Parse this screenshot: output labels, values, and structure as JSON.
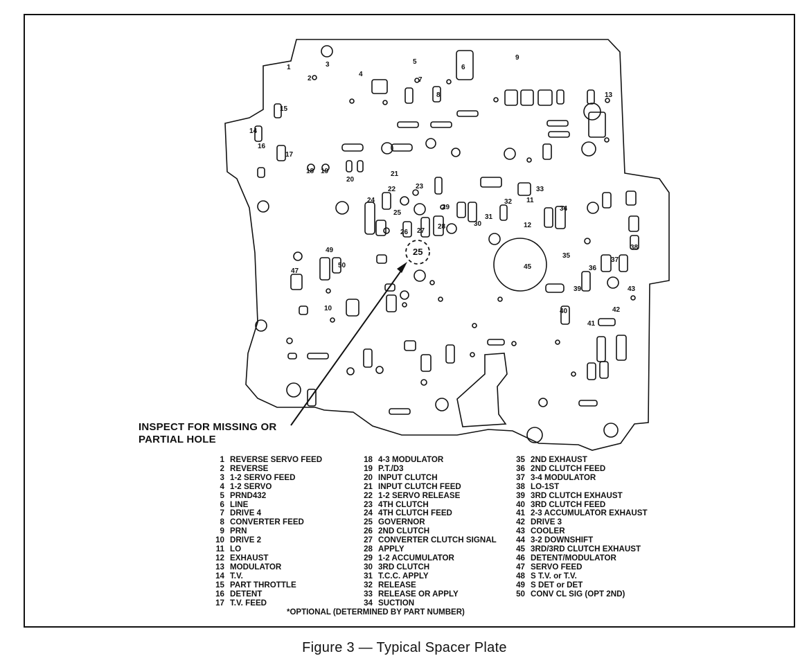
{
  "callout": {
    "line1": "INSPECT FOR MISSING OR",
    "line2": "PARTIAL HOLE"
  },
  "legend": {
    "col1": [
      {
        "num": "1",
        "label": "REVERSE SERVO FEED"
      },
      {
        "num": "2",
        "label": "REVERSE"
      },
      {
        "num": "3",
        "label": "1-2 SERVO FEED"
      },
      {
        "num": "4",
        "label": "1-2 SERVO"
      },
      {
        "num": "5",
        "label": "PRND432"
      },
      {
        "num": "6",
        "label": "LINE"
      },
      {
        "num": "7",
        "label": "DRIVE 4"
      },
      {
        "num": "8",
        "label": "CONVERTER FEED"
      },
      {
        "num": "9",
        "label": "PRN"
      },
      {
        "num": "10",
        "label": "DRIVE 2"
      },
      {
        "num": "11",
        "label": "LO"
      },
      {
        "num": "12",
        "label": "EXHAUST"
      },
      {
        "num": "13",
        "label": "MODULATOR"
      },
      {
        "num": "14",
        "label": "T.V."
      },
      {
        "num": "15",
        "label": "PART THROTTLE"
      },
      {
        "num": "16",
        "label": "DETENT"
      },
      {
        "num": "17",
        "label": "T.V. FEED"
      }
    ],
    "col2": [
      {
        "num": "18",
        "label": "4-3 MODULATOR"
      },
      {
        "num": "19",
        "label": "P.T./D3"
      },
      {
        "num": "20",
        "label": "INPUT CLUTCH"
      },
      {
        "num": "21",
        "label": "INPUT CLUTCH FEED"
      },
      {
        "num": "22",
        "label": "1-2 SERVO RELEASE"
      },
      {
        "num": "23",
        "label": "4TH CLUTCH"
      },
      {
        "num": "24",
        "label": "4TH CLUTCH FEED"
      },
      {
        "num": "25",
        "label": "GOVERNOR"
      },
      {
        "num": "26",
        "label": "2ND CLUTCH"
      },
      {
        "num": "27",
        "label": "CONVERTER CLUTCH SIGNAL"
      },
      {
        "num": "28",
        "label": "APPLY"
      },
      {
        "num": "29",
        "label": "1-2 ACCUMULATOR"
      },
      {
        "num": "30",
        "label": "3RD CLUTCH"
      },
      {
        "num": "31",
        "label": "T.C.C. APPLY"
      },
      {
        "num": "32",
        "label": "RELEASE"
      },
      {
        "num": "33",
        "label": "RELEASE OR APPLY"
      },
      {
        "num": "34",
        "label": "SUCTION"
      }
    ],
    "col3": [
      {
        "num": "35",
        "label": "2ND EXHAUST"
      },
      {
        "num": "36",
        "label": "2ND CLUTCH FEED"
      },
      {
        "num": "37",
        "label": "3-4 MODULATOR"
      },
      {
        "num": "38",
        "label": "LO-1ST"
      },
      {
        "num": "39",
        "label": "3RD CLUTCH EXHAUST"
      },
      {
        "num": "40",
        "label": "3RD CLUTCH FEED"
      },
      {
        "num": "41",
        "label": "2-3 ACCUMULATOR EXHAUST"
      },
      {
        "num": "42",
        "label": "DRIVE 3"
      },
      {
        "num": "43",
        "label": "COOLER"
      },
      {
        "num": "44",
        "label": "3-2 DOWNSHIFT"
      },
      {
        "num": "45",
        "label": "3RD/3RD CLUTCH EXHAUST"
      },
      {
        "num": "46",
        "label": "DETENT/MODULATOR"
      },
      {
        "num": "47",
        "label": "SERVO FEED"
      },
      {
        "num": "48",
        "label": "S T.V. or T.V."
      },
      {
        "num": "49",
        "label": "S DET or DET"
      },
      {
        "num": "50",
        "label": "CONV CL SIG (OPT 2ND)"
      }
    ]
  },
  "optional_note": "*OPTIONAL (DETERMINED BY PART NUMBER)",
  "caption": "Figure 3 — Typical Spacer Plate",
  "highlight_hole_label": "25",
  "diagram_labels": [
    "1",
    "2",
    "3",
    "4",
    "5",
    "6",
    "7",
    "8",
    "9",
    "10",
    "11",
    "12",
    "13",
    "14",
    "15",
    "16",
    "17",
    "18",
    "19",
    "20",
    "21",
    "22",
    "23",
    "24",
    "25",
    "26",
    "27",
    "28",
    "29",
    "30",
    "31",
    "32",
    "33",
    "34",
    "35",
    "36",
    "37",
    "38",
    "39",
    "40",
    "41",
    "42",
    "43",
    "45",
    "47",
    "49",
    "50"
  ]
}
